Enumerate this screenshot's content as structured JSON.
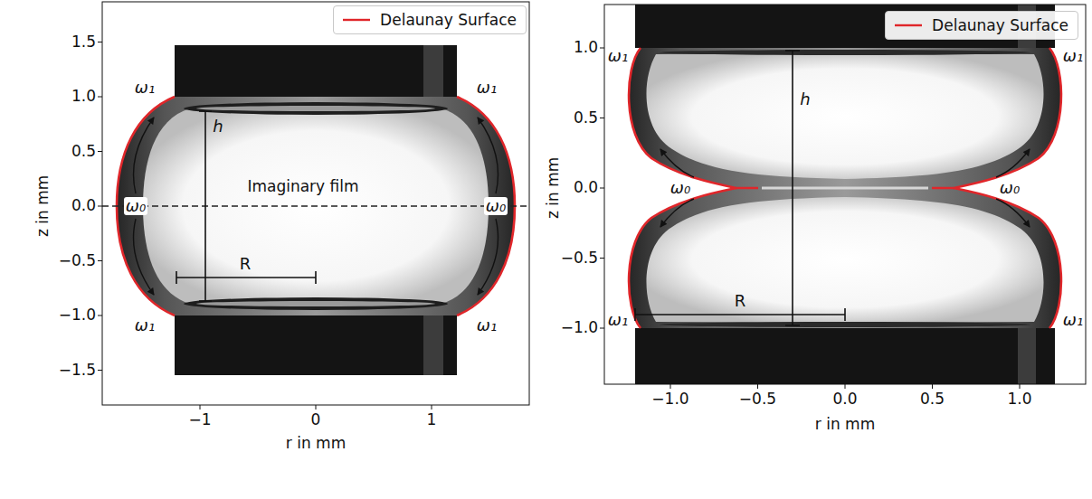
{
  "diagram": {
    "labels": [
      "ω₁",
      "ω₁",
      "ω₀",
      "ω₀",
      "ω₁",
      "ω₁",
      "h",
      "R",
      "Imaginary film",
      "1.5",
      "1.0",
      "0.5",
      "0.0",
      "−0.5",
      "−1.0",
      "−1.5",
      "z in mm",
      "−1",
      "0",
      "1",
      "r in mm",
      "ω₁",
      "ω₁",
      "ω₀",
      "ω₀",
      "ω₁",
      "ω₁",
      "h",
      "R",
      "1.0",
      "0.5",
      "0.0",
      "−0.5",
      "−1.0",
      "z in mm",
      "−1.0",
      "−0.5",
      "0.0",
      "0.5",
      "1.0",
      "r in mm"
    ],
    "legend": [
      {
        "text": "Delaunay Surface"
      },
      {
        "text": "Delaunay Surface"
      }
    ]
  }
}
